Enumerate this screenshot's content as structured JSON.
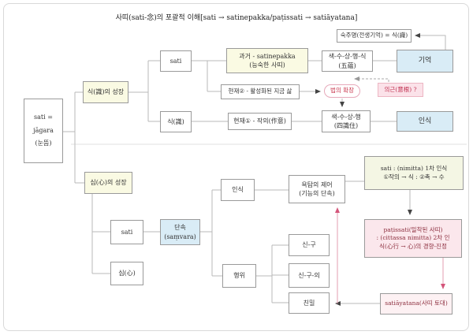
{
  "title": "사띠(sati-念)의 포괄적 이해[sati → satinepakka/paṭissati → satiāyatana]",
  "colors": {
    "box_border": "#9a9a9a",
    "line_gray": "#b9b9b9",
    "arrow_dark": "#444444",
    "arrow_pink": "#d4557a",
    "box_yellow": "#fafae3",
    "box_blue": "#d9ecf6",
    "box_pink": "#fbe2e9",
    "box_pink_soft": "#fbe7ec",
    "box_pale_pink": "#fdf1f3",
    "box_green": "#f4f6e4",
    "red_text": "#c03050"
  },
  "nodes": {
    "sukjumyeong": "숙주명(전생기억) = 식(識)",
    "sati_jagara": {
      "l1": "sati =",
      "l2": "jāgara",
      "l3": "(눈뜸)"
    },
    "sik_growth": "식(識)의 성장",
    "sim_growth": "심(心)의 성장",
    "sati_top": "sati",
    "sik": "식(識)",
    "past": {
      "l1": "과거 - satinepakka",
      "l2": "(능숙한 사띠)"
    },
    "present2": "현재② - 활성화된 지금 삶",
    "present1": "현재① - 작의(作意)",
    "five_aggregates": {
      "l1": "색-수-상-행-식",
      "l2": "(五蘊)"
    },
    "four_stations": {
      "l1": "색-수-상-행",
      "l2": "(四識住)"
    },
    "memory": "기억",
    "recognition_top": "인식",
    "dhamma_expansion": "법의 확장",
    "mind_faculty": "의근(意根) ?",
    "sati_nimitta": {
      "l1": "sati : (nimitta) 1차 인식",
      "l2": "①작의 → 식 : ②촉 → 수"
    },
    "patissati": {
      "l1": "paṭissati(밀착된 사띠)",
      "l2": ": (cittassa nimitta) 2차 인",
      "l3": "식(心行 → 心)의 경향-진정"
    },
    "satiayatana": "satiāyatana(사띠 토대)",
    "sati_bottom": "sati",
    "sim": "심(心)",
    "samvara": {
      "l1": "단속",
      "l2": "(saṃvara)"
    },
    "recognition_bottom": "인식",
    "desire_control": {
      "l1": "욕탐의 제어",
      "l2": "(기능의 단속)"
    },
    "action": "행위",
    "body_speech": "신-구",
    "body_speech_mind": "신-구-의",
    "intimacy": "친밀"
  }
}
